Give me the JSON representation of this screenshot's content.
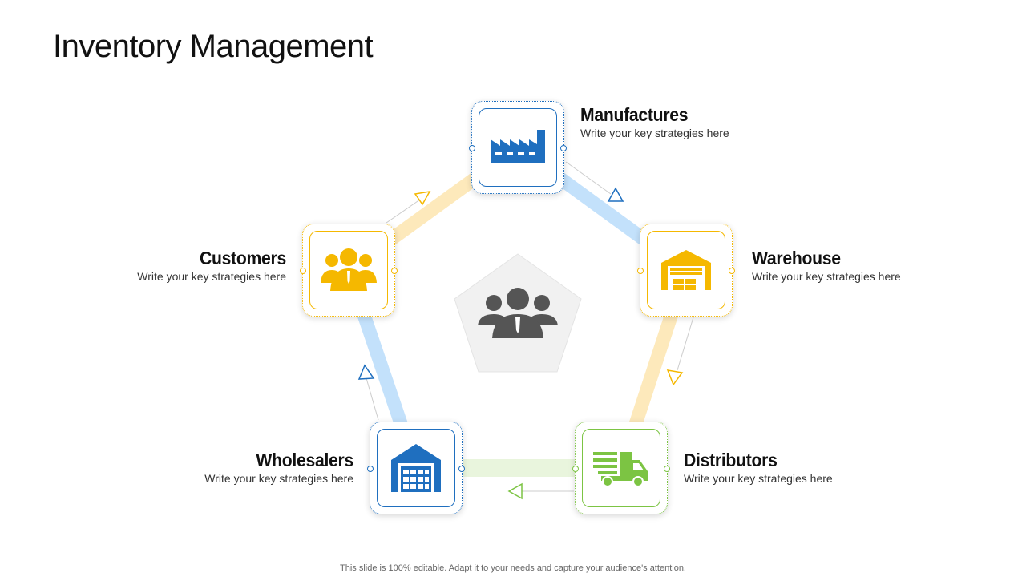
{
  "title": "Inventory Management",
  "footer": "This slide is 100% editable. Adapt it to your needs and capture your audience's attention.",
  "colors": {
    "blue": "#1f6fbf",
    "yellow": "#f5b800",
    "green": "#7cc443",
    "gray_icon": "#555555",
    "pentagon": "#f1f1f1"
  },
  "center_icon": "group-people-icon",
  "nodes": [
    {
      "id": "manufactures",
      "label": "Manufactures",
      "description": "Write your key strategies here",
      "icon": "factory-icon",
      "color": "#1f6fbf"
    },
    {
      "id": "warehouse",
      "label": "Warehouse",
      "description": "Write your key strategies here",
      "icon": "warehouse-icon",
      "color": "#f5b800"
    },
    {
      "id": "distributors",
      "label": "Distributors",
      "description": "Write your key strategies here",
      "icon": "delivery-truck-icon",
      "color": "#7cc443"
    },
    {
      "id": "wholesalers",
      "label": "Wholesalers",
      "description": "Write your key strategies here",
      "icon": "storage-building-icon",
      "color": "#1f6fbf"
    },
    {
      "id": "customers",
      "label": "Customers",
      "description": "Write your key strategies here",
      "icon": "people-group-icon",
      "color": "#f5b800"
    }
  ]
}
